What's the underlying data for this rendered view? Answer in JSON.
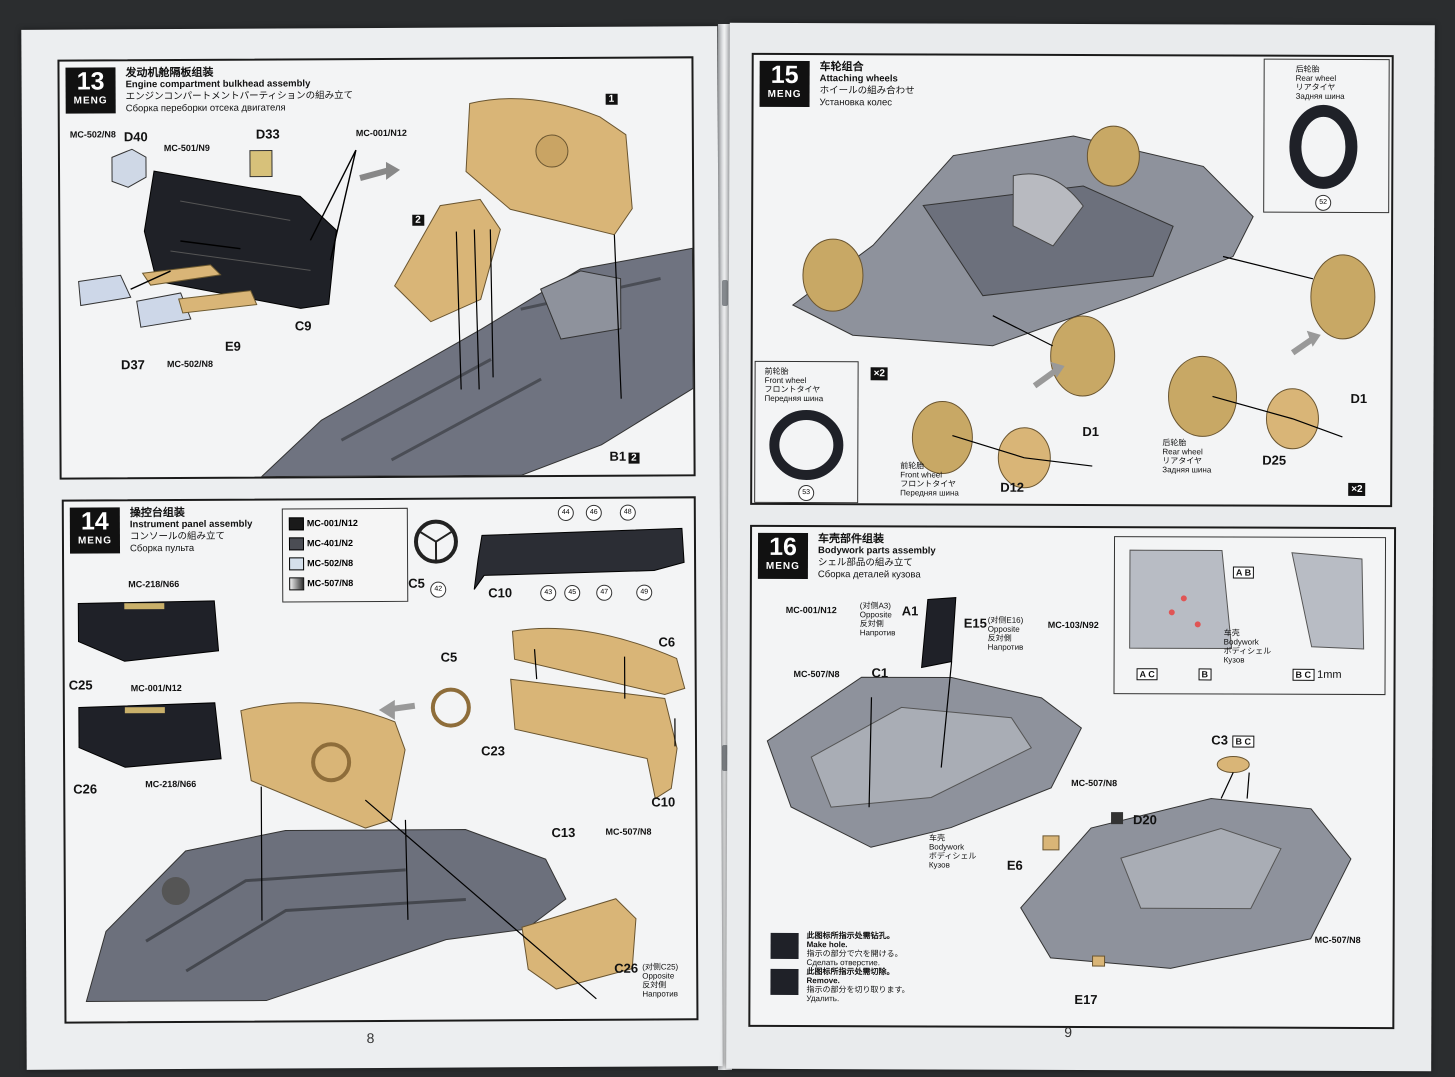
{
  "pages": {
    "left_number": "8",
    "right_number": "9"
  },
  "steps": {
    "s13": {
      "num": "13",
      "brand": "MENG",
      "zh": "发动机舱隔板组装",
      "en": "Engine compartment bulkhead assembly",
      "ja": "エンジンコンパートメントパーティションの組み立て",
      "ru": "Сборка переборки отсека двигателя"
    },
    "s14": {
      "num": "14",
      "brand": "MENG",
      "zh": "操控台组装",
      "en": "Instrument panel assembly",
      "ja": "コンソールの組み立て",
      "ru": "Сборка пульта"
    },
    "s15": {
      "num": "15",
      "brand": "MENG",
      "zh": "车轮组合",
      "en": "Attaching wheels",
      "ja": "ホイールの組み合わせ",
      "ru": "Установка колес"
    },
    "s16": {
      "num": "16",
      "brand": "MENG",
      "zh": "车壳部件组装",
      "en": "Bodywork parts assembly",
      "ja": "シェル部品の組み立て",
      "ru": "Сборка деталей кузова"
    }
  },
  "s13_labels": {
    "mc502": "MC-502/N8",
    "d40": "D40",
    "mc501": "MC-501/N9",
    "d33": "D33",
    "mc001": "MC-001/N12",
    "c9": "C9",
    "e9": "E9",
    "d37": "D37",
    "mc502b": "MC-502/N8",
    "b1": "B1",
    "n1": "1",
    "n2": "2",
    "n2b": "2"
  },
  "s14_labels": {
    "legend": [
      "MC-001/N12",
      "MC-401/N2",
      "MC-502/N8",
      "MC-507/N8"
    ],
    "c5": "C5",
    "c10": "C10",
    "c5b": "C5",
    "c6": "C6",
    "c23": "C23",
    "c10b": "C10",
    "c25": "C25",
    "c26": "C26",
    "mc218": "MC-218/N66",
    "mc001": "MC-001/N12",
    "mc218b": "MC-218/N66",
    "c13": "C13",
    "mc507": "MC-507/N8",
    "c26b": "C26",
    "c26_zh": "(对侧C25)",
    "c26_en": "Opposite",
    "c26_ja": "反対側",
    "c26_ru": "Напротив",
    "n42": "42",
    "n43": "43",
    "n44": "44",
    "n45": "45",
    "n46": "46",
    "n47": "47",
    "n48": "48",
    "n49": "49"
  },
  "s15_labels": {
    "rear_zh": "后轮胎",
    "rear_en": "Rear wheel",
    "rear_ja": "リアタイヤ",
    "rear_ru": "Задняя шина",
    "n52": "52",
    "front_zh": "前轮胎",
    "front_en": "Front wheel",
    "front_ja": "フロントタイヤ",
    "front_ru": "Передняя шина",
    "n53": "53",
    "x2": "×2",
    "x2b": "×2",
    "d1": "D1",
    "d1b": "D1",
    "d12": "D12",
    "d25": "D25",
    "fw_zh": "前轮胎",
    "fw_en": "Front wheel",
    "fw_ja": "フロントタイヤ",
    "fw_ru": "Передняя шина",
    "rw_zh": "后轮胎",
    "rw_en": "Rear wheel",
    "rw_ja": "リアタイヤ",
    "rw_ru": "Задняя шина"
  },
  "s16_labels": {
    "mc001": "MC-001/N12",
    "a1": "A1",
    "a1_zh": "(对侧A3)",
    "a1_en": "Opposite",
    "a1_ja": "反対側",
    "a1_ru": "Напротив",
    "e15": "E15",
    "e15_zh": "(对侧E16)",
    "e15_en": "Opposite",
    "e15_ja": "反対側",
    "e15_ru": "Напротив",
    "mc103": "MC-103/N92",
    "mc507": "MC-507/N8",
    "c1": "C1",
    "body_zh": "车壳",
    "body_en": "Bodywork",
    "body_ja": "ボディシェル",
    "body_ru": "Кузов",
    "ab": "A B",
    "ac": "A C",
    "b": "B",
    "bc": "B C",
    "mm": "1mm",
    "c3": "C3",
    "c3codes": "B C",
    "mc507b": "MC-507/N8",
    "d20": "D20",
    "e6": "E6",
    "mc507c": "MC-507/N8",
    "e17": "E17",
    "inset_zh": "车壳",
    "inset_en": "Bodywork",
    "inset_ja": "ボディシェル",
    "inset_ru": "Кузов",
    "hole_zh": "此图标所指示处需钻孔。",
    "hole_en": "Make hole.",
    "hole_ja": "指示の部分で穴を開ける。",
    "hole_ru": "Сделать отверстие.",
    "rem_zh": "此图标所指示处需切除。",
    "rem_en": "Remove.",
    "rem_ja": "指示の部分を切り取ります。",
    "rem_ru": "Удалить."
  },
  "colors": {
    "tan": "#d9b577",
    "grey": "#8e929c",
    "dark": "#2a2c33",
    "paper": "#eceef0"
  }
}
